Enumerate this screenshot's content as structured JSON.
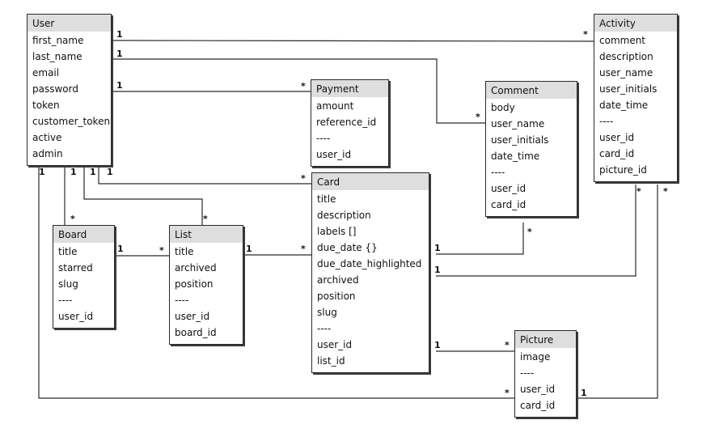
{
  "entities": {
    "user": {
      "title": "User",
      "fields": [
        "first_name",
        "last_name",
        "email",
        "password",
        "token",
        "customer_token",
        "active",
        "admin"
      ]
    },
    "payment": {
      "title": "Payment",
      "fields": [
        "amount",
        "reference_id",
        "----",
        "user_id"
      ]
    },
    "comment": {
      "title": "Comment",
      "fields": [
        "body",
        "user_name",
        "user_initials",
        "date_time",
        "----",
        "user_id",
        "card_id"
      ]
    },
    "activity": {
      "title": "Activity",
      "fields": [
        "comment",
        "description",
        "user_name",
        "user_initials",
        "date_time",
        "----",
        "user_id",
        "card_id",
        "picture_id"
      ]
    },
    "board": {
      "title": "Board",
      "fields": [
        "title",
        "starred",
        "slug",
        "----",
        "user_id"
      ]
    },
    "list": {
      "title": "List",
      "fields": [
        "title",
        "archived",
        "position",
        "----",
        "user_id",
        "board_id"
      ]
    },
    "card": {
      "title": "Card",
      "fields": [
        "title",
        "description",
        "labels []",
        "due_date {}",
        "due_date_highlighted",
        "archived",
        "position",
        "slug",
        "----",
        "user_id",
        "list_id"
      ]
    },
    "picture": {
      "title": "Picture",
      "fields": [
        "image",
        "----",
        "user_id",
        "card_id"
      ]
    }
  },
  "relationships": [
    {
      "from": "user",
      "to": "activity",
      "from_mult": "1",
      "to_mult": "*"
    },
    {
      "from": "user",
      "to": "comment",
      "from_mult": "1",
      "to_mult": "*"
    },
    {
      "from": "user",
      "to": "payment",
      "from_mult": "1",
      "to_mult": "*"
    },
    {
      "from": "user",
      "to": "card",
      "from_mult": "1",
      "to_mult": "*"
    },
    {
      "from": "user",
      "to": "board",
      "from_mult": "1",
      "to_mult": "*"
    },
    {
      "from": "user",
      "to": "list",
      "from_mult": "1",
      "to_mult": "*"
    },
    {
      "from": "user",
      "to": "picture",
      "from_mult": "1",
      "to_mult": "*"
    },
    {
      "from": "board",
      "to": "list",
      "from_mult": "1",
      "to_mult": "*"
    },
    {
      "from": "list",
      "to": "card",
      "from_mult": "1",
      "to_mult": "*"
    },
    {
      "from": "card",
      "to": "comment",
      "from_mult": "1",
      "to_mult": "*"
    },
    {
      "from": "card",
      "to": "activity",
      "from_mult": "1",
      "to_mult": "*"
    },
    {
      "from": "card",
      "to": "picture",
      "from_mult": "1",
      "to_mult": "*"
    },
    {
      "from": "picture",
      "to": "activity",
      "from_mult": "1",
      "to_mult": "*"
    }
  ]
}
